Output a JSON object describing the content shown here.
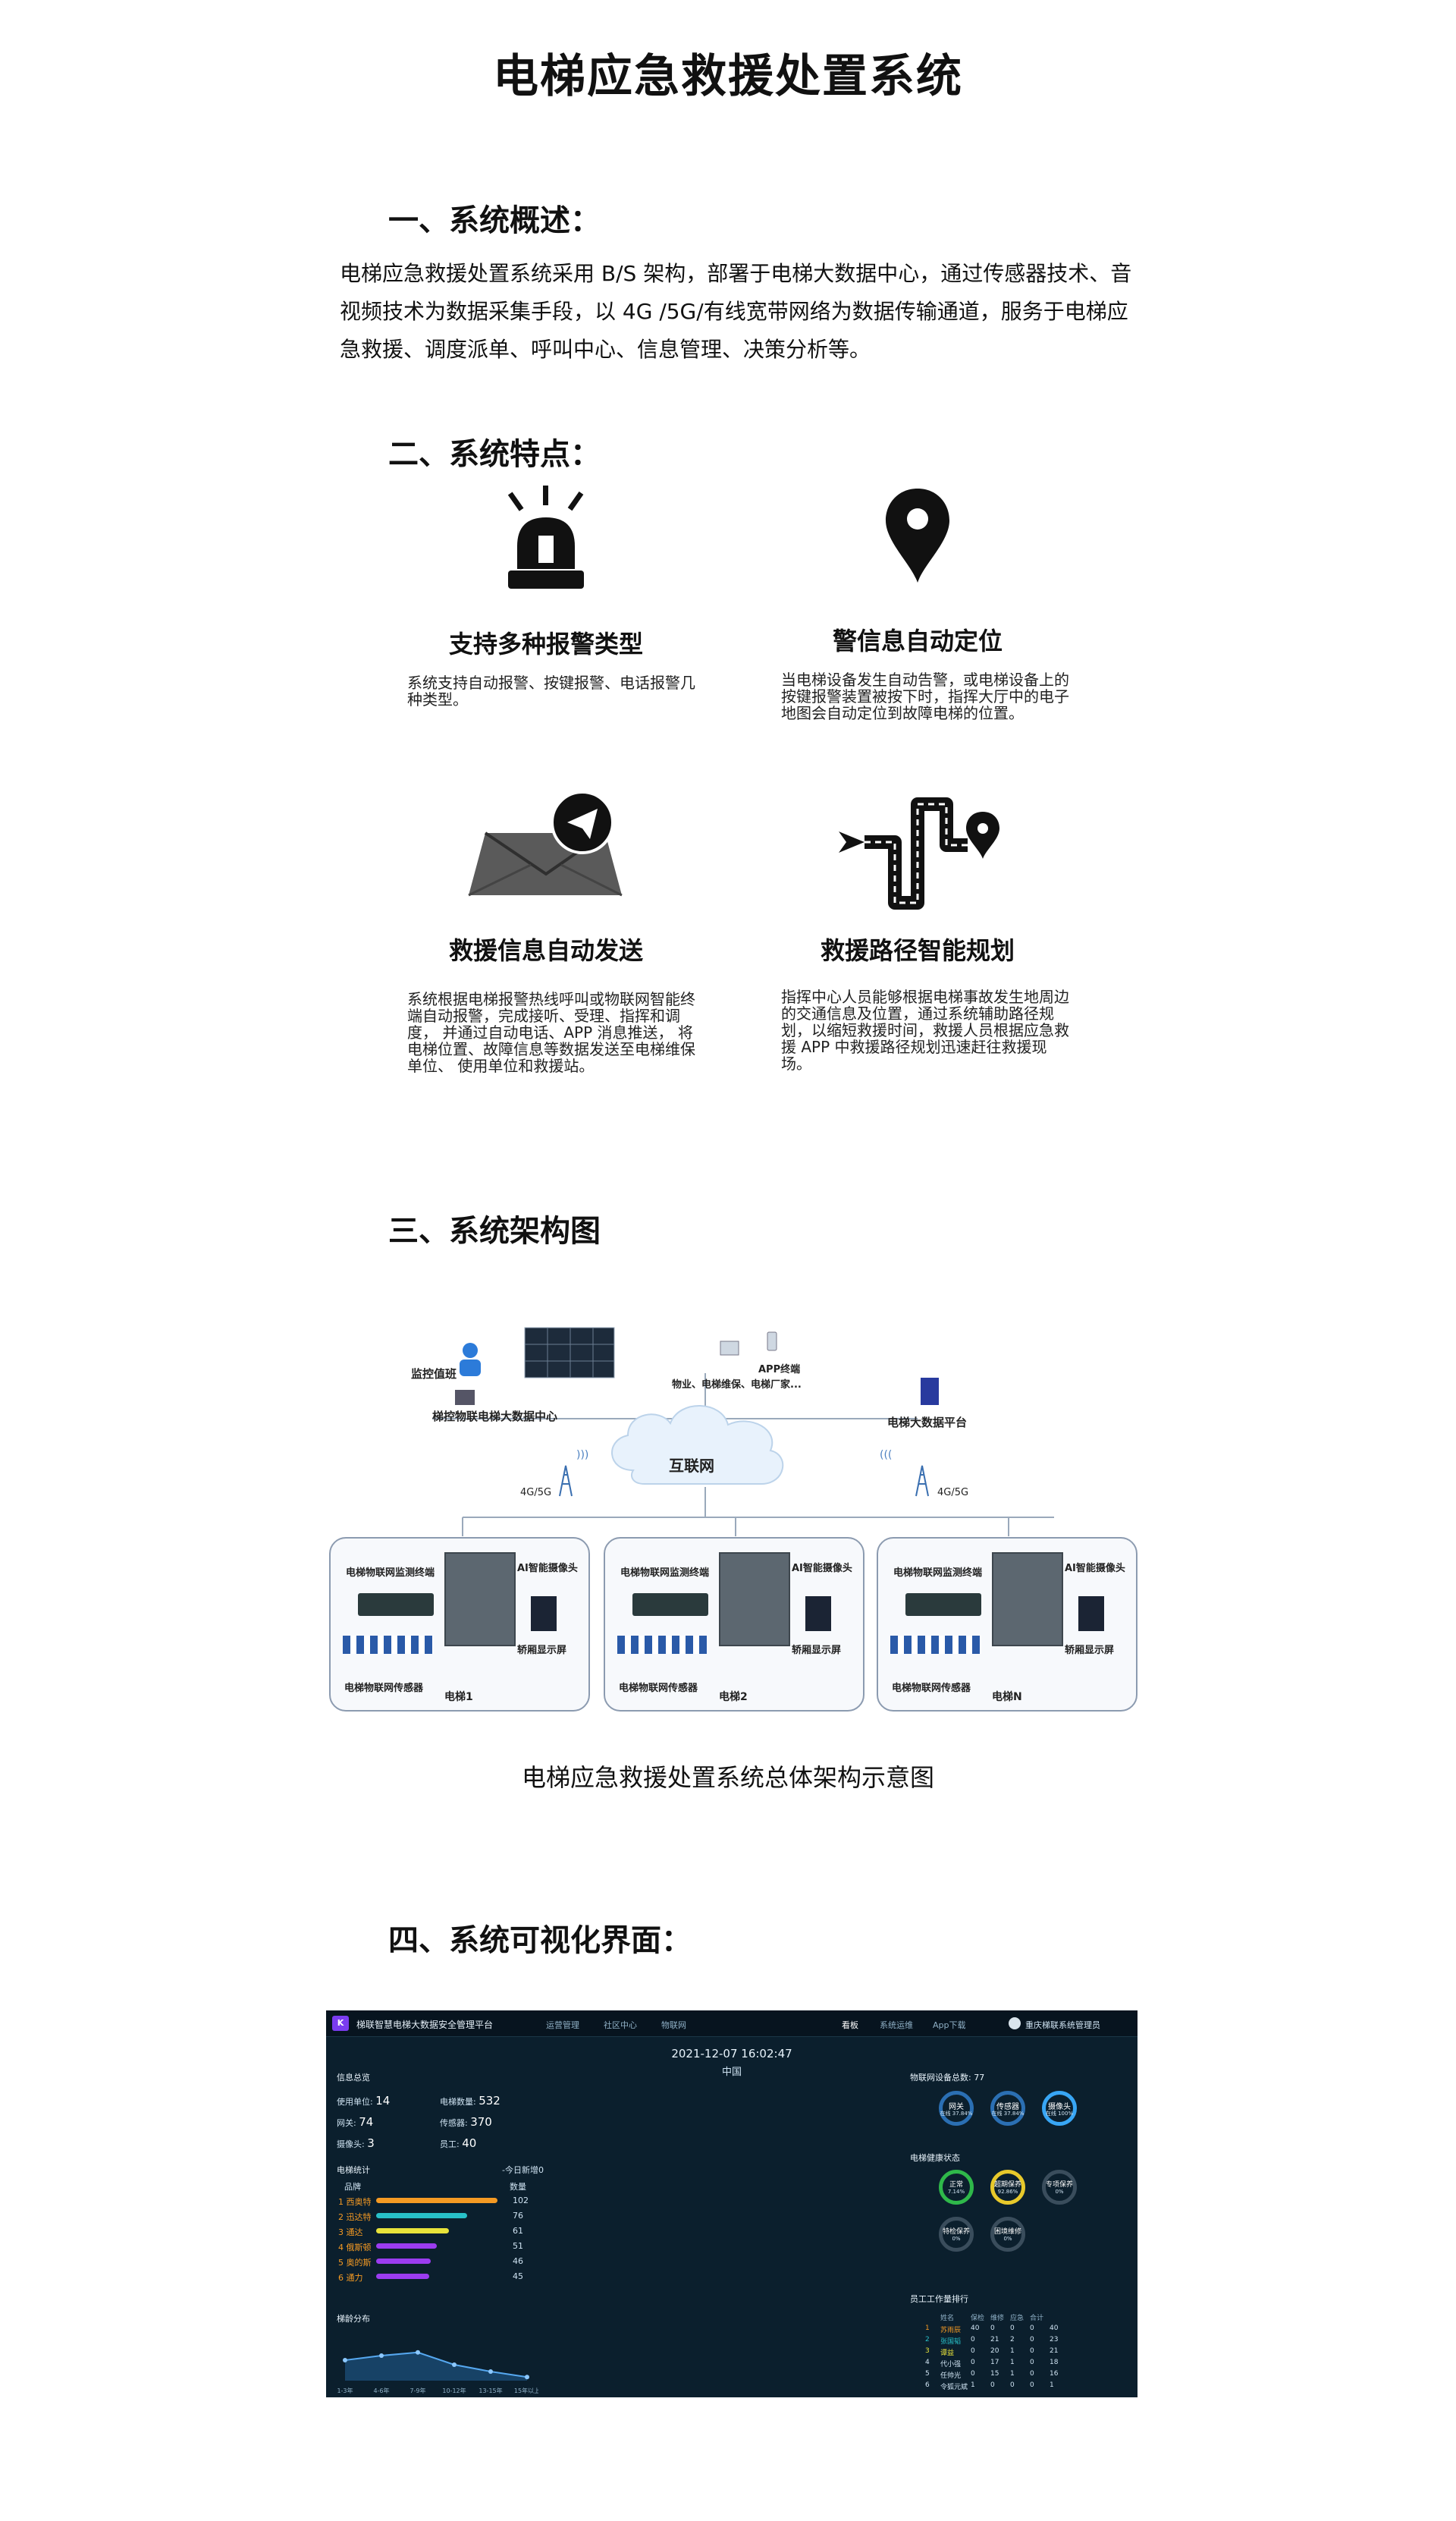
{
  "page": {
    "title": "电梯应急救援处置系统",
    "sections": {
      "s1": "一、系统概述：",
      "s2": "二、系统特点：",
      "s3": "三、系统架构图",
      "s4": "四、系统可视化界面："
    },
    "overview": "电梯应急救援处置系统采用 B/S 架构，部署于电梯大数据中心，通过传感器技术、音视频技术为数据采集手段，以 4G /5G/有线宽带网络为数据传输通道，服务于电梯应急救援、调度派单、呼叫中心、信息管理、决策分析等。",
    "features": [
      {
        "icon": "alarm-light-icon",
        "title": "支持多种报警类型",
        "desc": "系统支持自动报警、按键报警、电话报警几种类型。"
      },
      {
        "icon": "location-pin-icon",
        "title": "警信息自动定位",
        "desc": "当电梯设备发生自动告警，或电梯设备上的按键报警装置被按下时，指挥大厅中的电子地图会自动定位到故障电梯的位置。"
      },
      {
        "icon": "mail-send-icon",
        "title": "救援信息自动发送",
        "desc": "系统根据电梯报警热线呼叫或物联网智能终端自动报警，完成接听、受理、指挥和调度， 并通过自动电话、APP 消息推送， 将电梯位置、故障信息等数据发送至电梯维保单位、 使用单位和救援站。"
      },
      {
        "icon": "route-icon",
        "title": "救援路径智能规划",
        "desc": "指挥中心人员能够根据电梯事故发生地周边的交通信息及位置，通过系统辅助路径规划，以缩短救援时间，救援人员根据应急救援 APP 中救援路径规划迅速赶往救援现场。"
      }
    ],
    "caption": "电梯应急救援处置系统总体架构示意图"
  },
  "arch": {
    "monitor": "监控值班",
    "center": "梯控物联电梯大数据中心",
    "app": "APP终端",
    "app_users": "物业、电梯维保、电梯厂家...",
    "platform": "电梯大数据平台",
    "internet": "互联网",
    "net_left": "4G/5G",
    "net_right": "4G/5G",
    "units": [
      {
        "terminal": "电梯物联网监测终端",
        "camera": "AI智能摄像头",
        "screen": "轿厢显示屏",
        "sensor": "电梯物联网传感器",
        "name": "电梯1"
      },
      {
        "terminal": "电梯物联网监测终端",
        "camera": "AI智能摄像头",
        "screen": "轿厢显示屏",
        "sensor": "电梯物联网传感器",
        "name": "电梯2"
      },
      {
        "terminal": "电梯物联网监测终端",
        "camera": "AI智能摄像头",
        "screen": "轿厢显示屏",
        "sensor": "电梯物联网传感器",
        "name": "电梯N"
      }
    ]
  },
  "dash": {
    "app_title": "梯联智慧电梯大数据安全管理平台",
    "nav": [
      "运营管理",
      "社区中心",
      "物联网"
    ],
    "nav_right": [
      "看板",
      "系统运维",
      "App下载"
    ],
    "user": "重庆梯联系统管理员",
    "datetime": "2021-12-07 16:02:47",
    "region": "中国",
    "info_title": "信息总览",
    "info": [
      {
        "label": "使用单位:",
        "value": "14"
      },
      {
        "label": "电梯数量:",
        "value": "532"
      },
      {
        "label": "网关:",
        "value": "74"
      },
      {
        "label": "传感器:",
        "value": "370"
      },
      {
        "label": "摄像头:",
        "value": "3"
      },
      {
        "label": "员工:",
        "value": "40"
      }
    ],
    "stats_title": "电梯统计",
    "stats_note": "-今日新增0",
    "stats_col1": "品牌",
    "stats_col2": "数量",
    "stats": [
      {
        "rank": "1",
        "name": "西奥特",
        "value": "102",
        "pct": 1.0,
        "color": "#f59a23"
      },
      {
        "rank": "2",
        "name": "迅达特",
        "value": "76",
        "pct": 0.75,
        "color": "#28c0c8"
      },
      {
        "rank": "3",
        "name": "通达",
        "value": "61",
        "pct": 0.6,
        "color": "#e8e33a"
      },
      {
        "rank": "4",
        "name": "俄斯顿",
        "value": "51",
        "pct": 0.5,
        "color": "#9b3cf0"
      },
      {
        "rank": "5",
        "name": "奥的斯",
        "value": "46",
        "pct": 0.45,
        "color": "#9b3cf0"
      },
      {
        "rank": "6",
        "name": "通力",
        "value": "45",
        "pct": 0.44,
        "color": "#9b3cf0"
      }
    ],
    "age_title": "梯龄分布",
    "age_x": [
      "1-3年",
      "4-6年",
      "7-9年",
      "10-12年",
      "13-15年",
      "15年以上"
    ],
    "age_y": [
      0.45,
      0.55,
      0.62,
      0.35,
      0.2,
      0.08
    ],
    "iot_title": "物联网设备总数: 77",
    "iot": [
      {
        "name": "网关",
        "sub": "在线 37.84%"
      },
      {
        "name": "传感器",
        "sub": "在线 37.84%"
      },
      {
        "name": "摄像头",
        "sub": "在线 100%"
      }
    ],
    "health_title": "电梯健康状态",
    "health": [
      {
        "name": "正常",
        "sub": "7.14%",
        "color": "#2fb84a"
      },
      {
        "name": "超期保养",
        "sub": "92.86%",
        "color": "#e8c92b"
      },
      {
        "name": "专项保养",
        "sub": "0%",
        "color": "#3a4d5c"
      },
      {
        "name": "特检保养",
        "sub": "0%",
        "color": "#3a4d5c"
      },
      {
        "name": "困境维修",
        "sub": "0%",
        "color": "#3a4d5c"
      }
    ],
    "rank_title": "员工工作量排行",
    "rank_cols": [
      "姓名",
      "保检",
      "维修",
      "应急",
      "合计"
    ],
    "rank_rows": [
      [
        "1",
        "苏雨辰",
        "40",
        "0",
        "0",
        "0",
        "40"
      ],
      [
        "2",
        "张国韬",
        "0",
        "21",
        "2",
        "0",
        "23"
      ],
      [
        "3",
        "谭益",
        "0",
        "20",
        "1",
        "0",
        "21"
      ],
      [
        "4",
        "代小强",
        "0",
        "17",
        "1",
        "0",
        "18"
      ],
      [
        "5",
        "任帅光",
        "0",
        "15",
        "1",
        "0",
        "16"
      ],
      [
        "6",
        "令狐元斌",
        "1",
        "0",
        "0",
        "0",
        "1"
      ]
    ]
  }
}
